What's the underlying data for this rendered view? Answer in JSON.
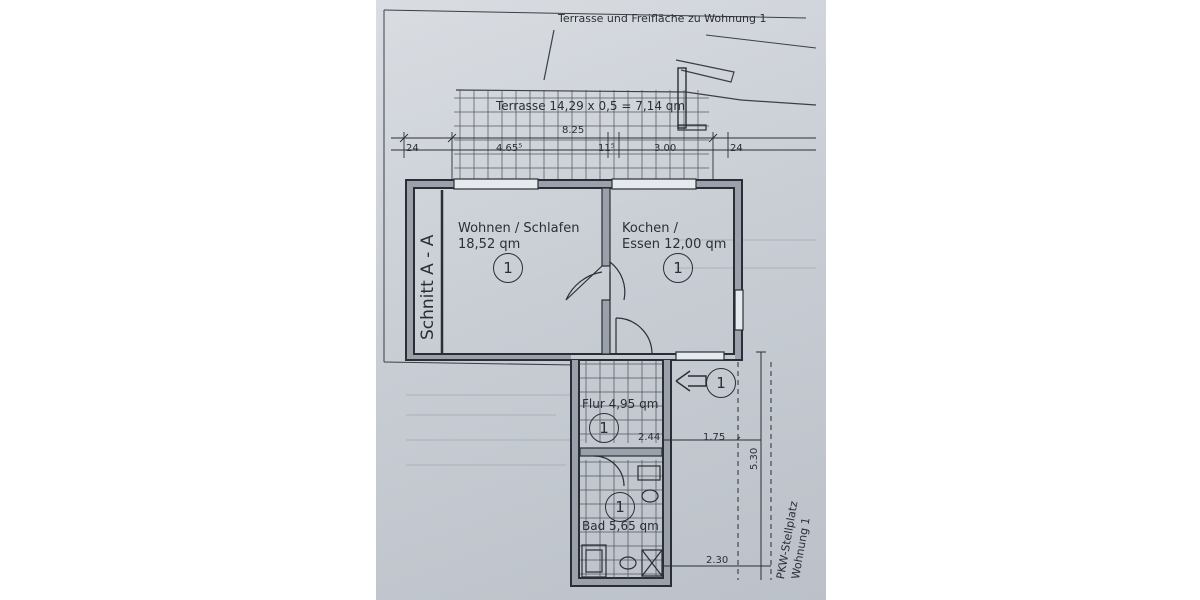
{
  "plan": {
    "terrace_note": "Terrasse und Freifläche zu Wohnung 1",
    "terrace_area": "Terrasse 14,29 x 0,5 = 7,14 qm",
    "section": "Schnitt A - A",
    "unit_marker": "1",
    "parking_line1": "PKW-Stellplatz",
    "parking_line2": "Wohnung 1",
    "rooms": [
      {
        "name_line1": "Wohnen / Schlafen",
        "name_line2": "18,52 qm"
      },
      {
        "name_line1": "Kochen /",
        "name_line2": "Essen 12,00 qm"
      },
      {
        "name_line1": "Flur 4,95 qm",
        "name_line2": ""
      },
      {
        "name_line1": "Bad 5,65 qm",
        "name_line2": ""
      }
    ],
    "dims": {
      "top_total": "8.25",
      "left_edge": "24",
      "seg_a": "4.65⁵",
      "seg_b": "11⁵",
      "seg_c": "3.00",
      "right_edge": "24",
      "flur_width": "2.44",
      "parking_width": "1.75",
      "parking_length": "5.30",
      "parking_bottom": "2.30"
    }
  }
}
